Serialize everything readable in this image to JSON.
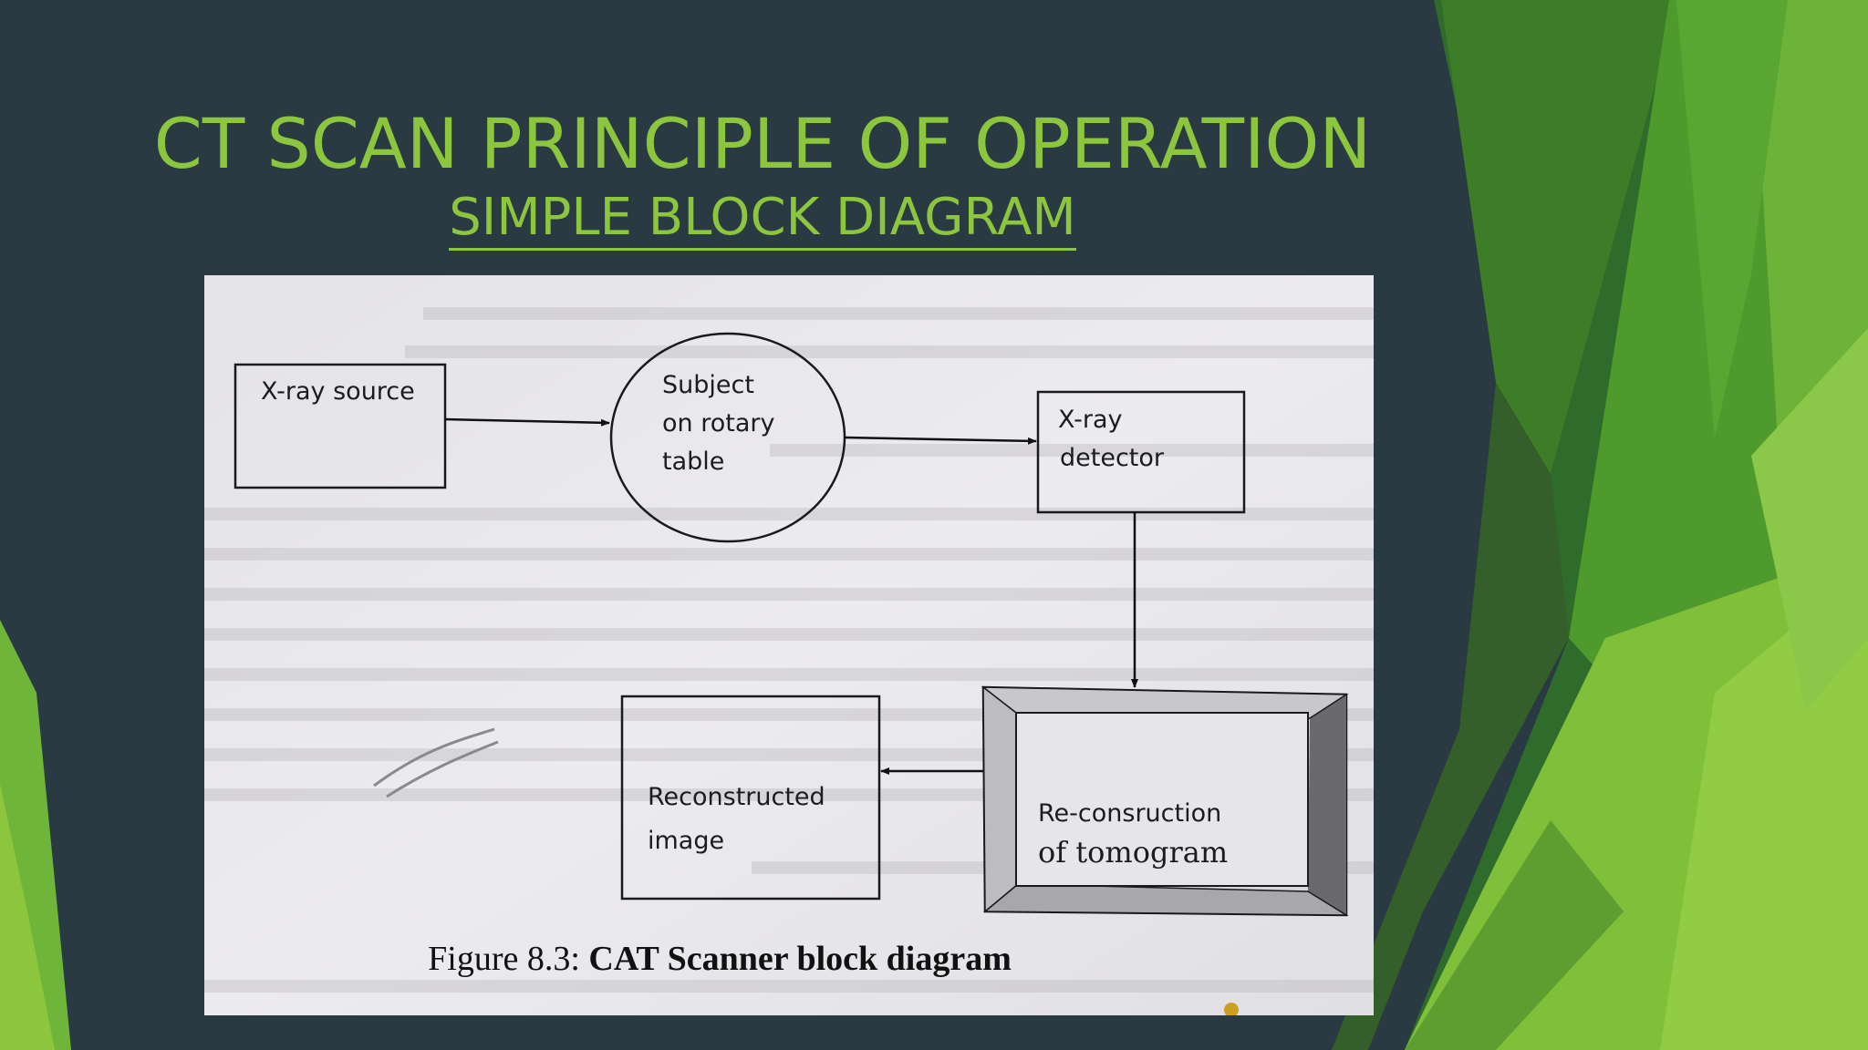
{
  "slide": {
    "title": "CT SCAN PRINCIPLE OF OPERATION",
    "subtitle": "SIMPLE BLOCK DIAGRAM",
    "colors": {
      "background": "#2a3a42",
      "title": "#8cc63f",
      "accent_green": "#8cc63f",
      "dark_green": "#3d7a22"
    }
  },
  "diagram": {
    "nodes": {
      "xray_source": "X-ray source",
      "subject_line1": "Subject",
      "subject_line2": "on rotary",
      "subject_line3": "table",
      "detector_line1": "X-ray",
      "detector_line2": "detector",
      "reconstruction_line1": "Re-consruction",
      "reconstruction_line2": "of tomogram",
      "image_line1": "Reconstructed",
      "image_line2": "image"
    },
    "edges": [
      {
        "from": "X-ray source",
        "to": "Subject on rotary table"
      },
      {
        "from": "Subject on rotary table",
        "to": "X-ray detector"
      },
      {
        "from": "X-ray detector",
        "to": "Re-consruction of tomogram"
      },
      {
        "from": "Re-consruction of tomogram",
        "to": "Reconstructed image"
      }
    ],
    "caption_prefix": "Figure 8.3: ",
    "caption_bold": "CAT Scanner block diagram"
  }
}
